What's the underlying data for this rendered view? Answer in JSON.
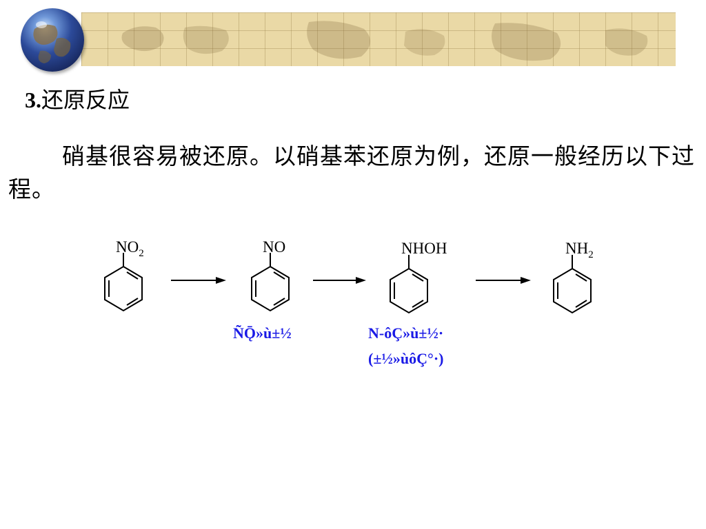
{
  "slide": {
    "heading_number": "3.",
    "heading_text": "还原反应",
    "paragraph": "硝基很容易被还原。以硝基苯还原为例，还原一般经历以下过程。"
  },
  "scheme": {
    "compounds": [
      {
        "group_main": "NO",
        "group_sub": "2"
      },
      {
        "group_main": "NO",
        "group_sub": ""
      },
      {
        "group_main": "NHOH",
        "group_sub": ""
      },
      {
        "group_main": "NH",
        "group_sub": "2"
      }
    ],
    "captions": {
      "nitroso_label": "ÑǬ»ù±½",
      "hydroxylamine_label_line1": "N-ôÇ»ù±½·",
      "hydroxylamine_label_line2": "(±½»ùôÇ°·)"
    }
  },
  "colors": {
    "text": "#000000",
    "caption_blue": "#1a1ae6",
    "banner_bg": "#ead9a6"
  }
}
